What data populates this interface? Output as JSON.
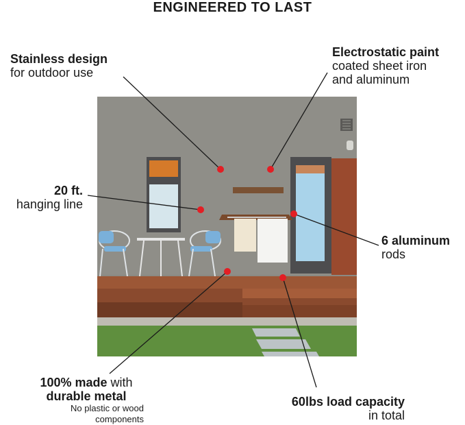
{
  "heading": "ENGINEERED TO LAST",
  "callouts": {
    "stainless": {
      "bold": "Stainless design",
      "text": "for outdoor use"
    },
    "paint": {
      "bold": "Electrostatic paint",
      "line1": "coated sheet iron",
      "line2": "and aluminum"
    },
    "line": {
      "bold": "20 ft.",
      "text": "hanging line"
    },
    "rods": {
      "bold": "6 aluminum",
      "text": "rods"
    },
    "metal": {
      "bold1": "100% made",
      "rest1": " with",
      "bold2": "durable metal",
      "note1": "No plastic or wood",
      "note2": "components"
    },
    "load": {
      "bold": "60lbs load capacity",
      "text": "in total"
    }
  },
  "colors": {
    "marker": "#e31e24",
    "wall": "#8b8a84",
    "deck": "#8a4a2e",
    "grass": "#5f8f3e"
  }
}
